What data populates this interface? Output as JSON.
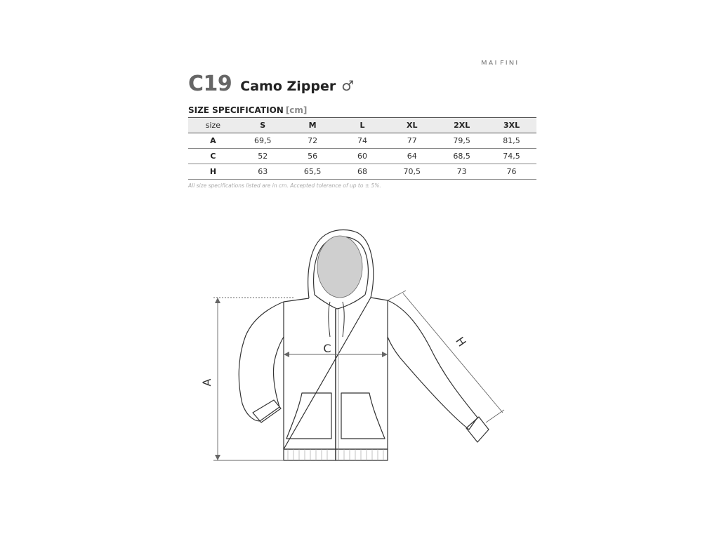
{
  "header": {
    "brand_strip": "MALFINI",
    "code": "C19",
    "name": "Camo Zipper",
    "gender_symbol": "♂"
  },
  "spec": {
    "title": "SIZE SPECIFICATION",
    "unit": "[cm]",
    "columns": [
      "size",
      "S",
      "M",
      "L",
      "XL",
      "2XL",
      "3XL"
    ],
    "rows": [
      {
        "label": "A",
        "values": [
          "69,5",
          "72",
          "74",
          "77",
          "79,5",
          "81,5"
        ]
      },
      {
        "label": "C",
        "values": [
          "52",
          "56",
          "60",
          "64",
          "68,5",
          "74,5"
        ]
      },
      {
        "label": "H",
        "values": [
          "63",
          "65,5",
          "68",
          "70,5",
          "73",
          "76"
        ]
      }
    ],
    "footnote": "All size specifications listed are in cm. Accepted tolerance of up to ± 5%."
  },
  "diagram": {
    "label_a": "A",
    "label_c": "C",
    "label_h": "H"
  }
}
